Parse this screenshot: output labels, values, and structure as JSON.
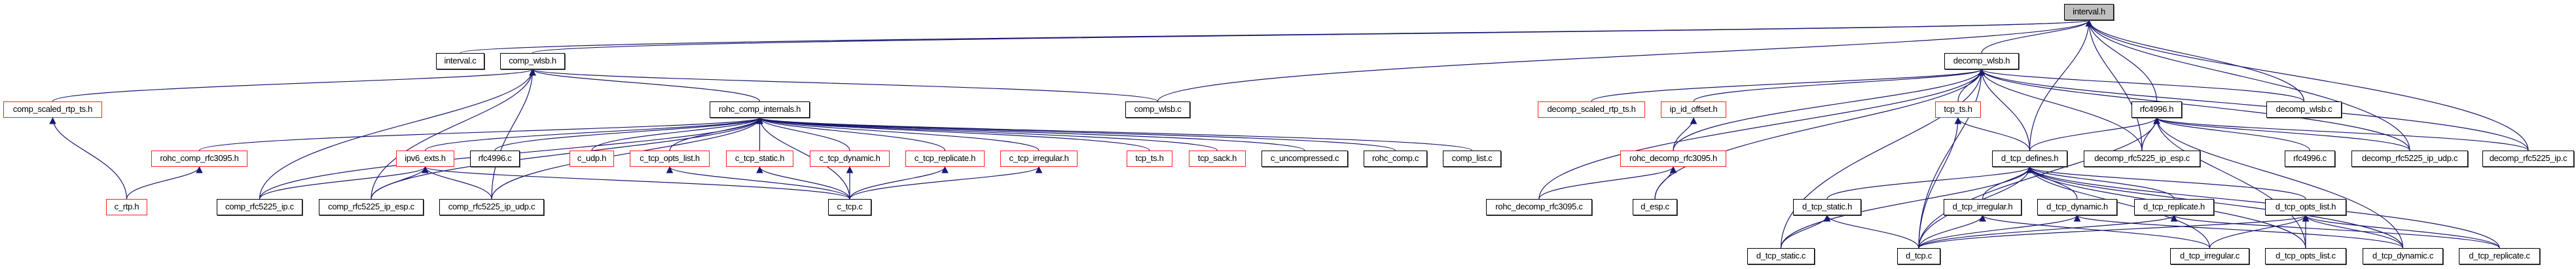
{
  "title": "interval.h include dependency graph",
  "colors": {
    "edge": "#191970",
    "truncated_border": "#ff2020",
    "file_border": "#000000",
    "root_fill": "#bfbfbf"
  },
  "nodes": [
    {
      "id": "interval_h",
      "label": "interval.h",
      "kind": "root"
    },
    {
      "id": "interval_c",
      "label": "interval.c",
      "kind": "black"
    },
    {
      "id": "comp_wlsb_h",
      "label": "comp_wlsb.h",
      "kind": "black"
    },
    {
      "id": "decomp_wlsb_h",
      "label": "decomp_wlsb.h",
      "kind": "black"
    },
    {
      "id": "comp_scaled_rtp_ts_h",
      "label": "comp_scaled_rtp_ts.h",
      "kind": "red"
    },
    {
      "id": "rohc_comp_internals_h",
      "label": "rohc_comp_internals.h",
      "kind": "black"
    },
    {
      "id": "comp_wlsb_c",
      "label": "comp_wlsb.c",
      "kind": "black"
    },
    {
      "id": "decomp_scaled_rtp_ts_h",
      "label": "decomp_scaled_rtp_ts.h",
      "kind": "red"
    },
    {
      "id": "ip_id_offset_h",
      "label": "ip_id_offset.h",
      "kind": "red"
    },
    {
      "id": "tcp_ts_h_d",
      "label": "tcp_ts.h",
      "kind": "red"
    },
    {
      "id": "rfc4996_h",
      "label": "rfc4996.h",
      "kind": "black"
    },
    {
      "id": "decomp_wlsb_c",
      "label": "decomp_wlsb.c",
      "kind": "black"
    },
    {
      "id": "rohc_comp_rfc3095_h",
      "label": "rohc_comp_rfc3095.h",
      "kind": "red"
    },
    {
      "id": "ipv6_exts_h",
      "label": "ipv6_exts.h",
      "kind": "red"
    },
    {
      "id": "rfc4996_c_comp",
      "label": "rfc4996.c",
      "kind": "black"
    },
    {
      "id": "c_udp_h",
      "label": "c_udp.h",
      "kind": "red"
    },
    {
      "id": "c_tcp_opts_list_h",
      "label": "c_tcp_opts_list.h",
      "kind": "red"
    },
    {
      "id": "c_tcp_static_h",
      "label": "c_tcp_static.h",
      "kind": "red"
    },
    {
      "id": "c_tcp_dynamic_h",
      "label": "c_tcp_dynamic.h",
      "kind": "red"
    },
    {
      "id": "c_tcp_replicate_h",
      "label": "c_tcp_replicate.h",
      "kind": "red"
    },
    {
      "id": "c_tcp_irregular_h",
      "label": "c_tcp_irregular.h",
      "kind": "red"
    },
    {
      "id": "tcp_ts_h_c",
      "label": "tcp_ts.h",
      "kind": "red"
    },
    {
      "id": "tcp_sack_h",
      "label": "tcp_sack.h",
      "kind": "red"
    },
    {
      "id": "c_uncompressed_c",
      "label": "c_uncompressed.c",
      "kind": "black"
    },
    {
      "id": "rohc_comp_c",
      "label": "rohc_comp.c",
      "kind": "black"
    },
    {
      "id": "comp_list_c",
      "label": "comp_list.c",
      "kind": "black"
    },
    {
      "id": "rohc_decomp_rfc3095_h",
      "label": "rohc_decomp_rfc3095.h",
      "kind": "red"
    },
    {
      "id": "d_tcp_defines_h",
      "label": "d_tcp_defines.h",
      "kind": "black"
    },
    {
      "id": "decomp_rfc5225_ip_esp_c",
      "label": "decomp_rfc5225_ip_esp.c",
      "kind": "black"
    },
    {
      "id": "rfc4996_c",
      "label": "rfc4996.c",
      "kind": "black"
    },
    {
      "id": "decomp_rfc5225_ip_udp_c",
      "label": "decomp_rfc5225_ip_udp.c",
      "kind": "black"
    },
    {
      "id": "decomp_rfc5225_ip_c",
      "label": "decomp_rfc5225_ip.c",
      "kind": "black"
    },
    {
      "id": "c_rtp_h",
      "label": "c_rtp.h",
      "kind": "red"
    },
    {
      "id": "comp_rfc5225_ip_c",
      "label": "comp_rfc5225_ip.c",
      "kind": "black"
    },
    {
      "id": "comp_rfc5225_ip_esp_c",
      "label": "comp_rfc5225_ip_esp.c",
      "kind": "black"
    },
    {
      "id": "comp_rfc5225_ip_udp_c",
      "label": "comp_rfc5225_ip_udp.c",
      "kind": "black"
    },
    {
      "id": "c_tcp_c",
      "label": "c_tcp.c",
      "kind": "black"
    },
    {
      "id": "rohc_decomp_rfc3095_c",
      "label": "rohc_decomp_rfc3095.c",
      "kind": "black"
    },
    {
      "id": "d_esp_c",
      "label": "d_esp.c",
      "kind": "black"
    },
    {
      "id": "d_tcp_static_h",
      "label": "d_tcp_static.h",
      "kind": "black"
    },
    {
      "id": "d_tcp_irregular_h",
      "label": "d_tcp_irregular.h",
      "kind": "black"
    },
    {
      "id": "d_tcp_dynamic_h",
      "label": "d_tcp_dynamic.h",
      "kind": "black"
    },
    {
      "id": "d_tcp_replicate_h",
      "label": "d_tcp_replicate.h",
      "kind": "black"
    },
    {
      "id": "d_tcp_opts_list_h",
      "label": "d_tcp_opts_list.h",
      "kind": "black"
    },
    {
      "id": "d_tcp_static_c",
      "label": "d_tcp_static.c",
      "kind": "black"
    },
    {
      "id": "d_tcp_c",
      "label": "d_tcp.c",
      "kind": "black"
    },
    {
      "id": "d_tcp_irregular_c",
      "label": "d_tcp_irregular.c",
      "kind": "black"
    },
    {
      "id": "d_tcp_opts_list_c",
      "label": "d_tcp_opts_list.c",
      "kind": "black"
    },
    {
      "id": "d_tcp_dynamic_c",
      "label": "d_tcp_dynamic.c",
      "kind": "black"
    },
    {
      "id": "d_tcp_replicate_c",
      "label": "d_tcp_replicate.c",
      "kind": "black"
    }
  ],
  "edges": [
    [
      "interval_c",
      "interval_h"
    ],
    [
      "comp_wlsb_h",
      "interval_h"
    ],
    [
      "decomp_wlsb_h",
      "interval_h"
    ],
    [
      "d_tcp_defines_h",
      "interval_h"
    ],
    [
      "decomp_rfc5225_ip_esp_c",
      "interval_h"
    ],
    [
      "rfc4996_h",
      "interval_h"
    ],
    [
      "decomp_wlsb_c",
      "interval_h"
    ],
    [
      "decomp_rfc5225_ip_udp_c",
      "interval_h"
    ],
    [
      "decomp_rfc5225_ip_c",
      "interval_h"
    ],
    [
      "comp_wlsb_c",
      "interval_h"
    ],
    [
      "comp_scaled_rtp_ts_h",
      "comp_wlsb_h"
    ],
    [
      "comp_rfc5225_ip_c",
      "comp_wlsb_h"
    ],
    [
      "comp_rfc5225_ip_esp_c",
      "comp_wlsb_h"
    ],
    [
      "comp_rfc5225_ip_udp_c",
      "comp_wlsb_h"
    ],
    [
      "rohc_comp_internals_h",
      "comp_wlsb_h"
    ],
    [
      "comp_wlsb_c",
      "comp_wlsb_h"
    ],
    [
      "c_rtp_h",
      "comp_scaled_rtp_ts_h"
    ],
    [
      "c_rtp_h",
      "rohc_comp_rfc3095_h"
    ],
    [
      "rohc_comp_rfc3095_h",
      "rohc_comp_internals_h"
    ],
    [
      "comp_rfc5225_ip_c",
      "rohc_comp_internals_h"
    ],
    [
      "comp_rfc5225_ip_esp_c",
      "rohc_comp_internals_h"
    ],
    [
      "comp_rfc5225_ip_udp_c",
      "rohc_comp_internals_h"
    ],
    [
      "ipv6_exts_h",
      "rohc_comp_internals_h"
    ],
    [
      "rfc4996_c_comp",
      "rohc_comp_internals_h"
    ],
    [
      "c_udp_h",
      "rohc_comp_internals_h"
    ],
    [
      "c_tcp_opts_list_h",
      "rohc_comp_internals_h"
    ],
    [
      "c_tcp_static_h",
      "rohc_comp_internals_h"
    ],
    [
      "c_tcp_dynamic_h",
      "rohc_comp_internals_h"
    ],
    [
      "c_tcp_replicate_h",
      "rohc_comp_internals_h"
    ],
    [
      "c_tcp_irregular_h",
      "rohc_comp_internals_h"
    ],
    [
      "tcp_ts_h_c",
      "rohc_comp_internals_h"
    ],
    [
      "tcp_sack_h",
      "rohc_comp_internals_h"
    ],
    [
      "c_uncompressed_c",
      "rohc_comp_internals_h"
    ],
    [
      "rohc_comp_c",
      "rohc_comp_internals_h"
    ],
    [
      "comp_list_c",
      "rohc_comp_internals_h"
    ],
    [
      "c_tcp_c",
      "rohc_comp_internals_h"
    ],
    [
      "comp_rfc5225_ip_c",
      "ipv6_exts_h"
    ],
    [
      "comp_rfc5225_ip_esp_c",
      "ipv6_exts_h"
    ],
    [
      "comp_rfc5225_ip_udp_c",
      "ipv6_exts_h"
    ],
    [
      "c_tcp_c",
      "ipv6_exts_h"
    ],
    [
      "c_tcp_c",
      "c_tcp_opts_list_h"
    ],
    [
      "c_tcp_c",
      "c_tcp_static_h"
    ],
    [
      "c_tcp_c",
      "c_tcp_dynamic_h"
    ],
    [
      "c_tcp_c",
      "c_tcp_replicate_h"
    ],
    [
      "c_tcp_c",
      "c_tcp_irregular_h"
    ],
    [
      "decomp_scaled_rtp_ts_h",
      "decomp_wlsb_h"
    ],
    [
      "ip_id_offset_h",
      "decomp_wlsb_h"
    ],
    [
      "rohc_decomp_rfc3095_h",
      "decomp_wlsb_h"
    ],
    [
      "rohc_decomp_rfc3095_c",
      "decomp_wlsb_h"
    ],
    [
      "d_esp_c",
      "decomp_wlsb_h"
    ],
    [
      "tcp_ts_h_d",
      "decomp_wlsb_h"
    ],
    [
      "d_tcp_defines_h",
      "decomp_wlsb_h"
    ],
    [
      "d_tcp_c",
      "decomp_wlsb_h"
    ],
    [
      "d_tcp_static_c",
      "decomp_wlsb_h"
    ],
    [
      "decomp_rfc5225_ip_esp_c",
      "decomp_wlsb_h"
    ],
    [
      "decomp_rfc5225_ip_udp_c",
      "decomp_wlsb_h"
    ],
    [
      "decomp_rfc5225_ip_c",
      "decomp_wlsb_h"
    ],
    [
      "decomp_wlsb_c",
      "decomp_wlsb_h"
    ],
    [
      "rohc_decomp_rfc3095_h",
      "ip_id_offset_h"
    ],
    [
      "rohc_decomp_rfc3095_c",
      "rohc_decomp_rfc3095_h"
    ],
    [
      "d_esp_c",
      "rohc_decomp_rfc3095_h"
    ],
    [
      "d_tcp_defines_h",
      "tcp_ts_h_d"
    ],
    [
      "d_tcp_c",
      "tcp_ts_h_d"
    ],
    [
      "d_tcp_defines_h",
      "rfc4996_h"
    ],
    [
      "decomp_rfc5225_ip_esp_c",
      "rfc4996_h"
    ],
    [
      "rfc4996_c",
      "rfc4996_h"
    ],
    [
      "decomp_rfc5225_ip_udp_c",
      "rfc4996_h"
    ],
    [
      "decomp_rfc5225_ip_c",
      "rfc4996_h"
    ],
    [
      "d_tcp_opts_list_c",
      "rfc4996_h"
    ],
    [
      "d_tcp_dynamic_c",
      "rfc4996_h"
    ],
    [
      "d_tcp_c",
      "rfc4996_h"
    ],
    [
      "d_tcp_static_h",
      "d_tcp_defines_h"
    ],
    [
      "d_tcp_irregular_h",
      "d_tcp_defines_h"
    ],
    [
      "d_tcp_dynamic_h",
      "d_tcp_defines_h"
    ],
    [
      "d_tcp_replicate_h",
      "d_tcp_defines_h"
    ],
    [
      "d_tcp_opts_list_h",
      "d_tcp_defines_h"
    ],
    [
      "d_tcp_c",
      "d_tcp_defines_h"
    ],
    [
      "d_tcp_static_c",
      "d_tcp_defines_h"
    ],
    [
      "d_tcp_irregular_c",
      "d_tcp_defines_h"
    ],
    [
      "d_tcp_opts_list_c",
      "d_tcp_defines_h"
    ],
    [
      "d_tcp_dynamic_c",
      "d_tcp_defines_h"
    ],
    [
      "d_tcp_replicate_c",
      "d_tcp_defines_h"
    ],
    [
      "d_tcp_static_c",
      "d_tcp_static_h"
    ],
    [
      "d_tcp_c",
      "d_tcp_static_h"
    ],
    [
      "d_tcp_c",
      "d_tcp_irregular_h"
    ],
    [
      "d_tcp_irregular_c",
      "d_tcp_irregular_h"
    ],
    [
      "d_tcp_c",
      "d_tcp_dynamic_h"
    ],
    [
      "d_tcp_dynamic_c",
      "d_tcp_dynamic_h"
    ],
    [
      "d_tcp_c",
      "d_tcp_replicate_h"
    ],
    [
      "d_tcp_replicate_c",
      "d_tcp_replicate_h"
    ],
    [
      "d_tcp_c",
      "d_tcp_opts_list_h"
    ],
    [
      "d_tcp_irregular_c",
      "d_tcp_opts_list_h"
    ],
    [
      "d_tcp_opts_list_c",
      "d_tcp_opts_list_h"
    ],
    [
      "d_tcp_dynamic_c",
      "d_tcp_opts_list_h"
    ],
    [
      "d_tcp_replicate_c",
      "d_tcp_opts_list_h"
    ]
  ]
}
